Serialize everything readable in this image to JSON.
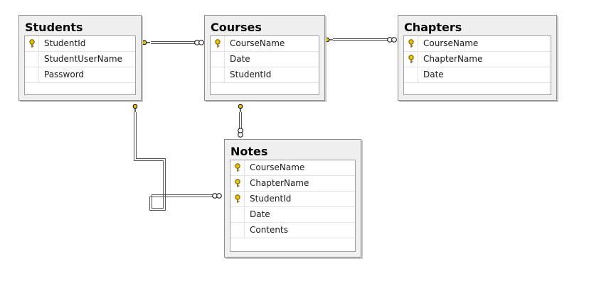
{
  "diagram": {
    "tables": {
      "students": {
        "title": "Students",
        "columns": [
          {
            "name": "StudentId",
            "key": true
          },
          {
            "name": "StudentUserName",
            "key": false
          },
          {
            "name": "Password",
            "key": false
          }
        ]
      },
      "courses": {
        "title": "Courses",
        "columns": [
          {
            "name": "CourseName",
            "key": true
          },
          {
            "name": "Date",
            "key": false
          },
          {
            "name": "StudentId",
            "key": false
          }
        ]
      },
      "chapters": {
        "title": "Chapters",
        "columns": [
          {
            "name": "CourseName",
            "key": true
          },
          {
            "name": "ChapterName",
            "key": true
          },
          {
            "name": "Date",
            "key": false
          }
        ]
      },
      "notes": {
        "title": "Notes",
        "columns": [
          {
            "name": "CourseName",
            "key": true
          },
          {
            "name": "ChapterName",
            "key": true
          },
          {
            "name": "StudentId",
            "key": true
          },
          {
            "name": "Date",
            "key": false
          },
          {
            "name": "Contents",
            "key": false
          }
        ]
      }
    },
    "relationships": [
      {
        "one": "Students",
        "many": "Courses"
      },
      {
        "one": "Courses",
        "many": "Chapters"
      },
      {
        "one": "Courses",
        "many": "Notes"
      },
      {
        "one": "Students",
        "many": "Notes"
      }
    ],
    "colors": {
      "key_icon": "#e6c300",
      "line": "#555555",
      "table_background": "#f0f0f0",
      "table_border": "#8c8c8c"
    },
    "icons": {
      "primary_key": "key-icon",
      "one_end": "key-icon",
      "many_end": "infinity-icon"
    }
  }
}
